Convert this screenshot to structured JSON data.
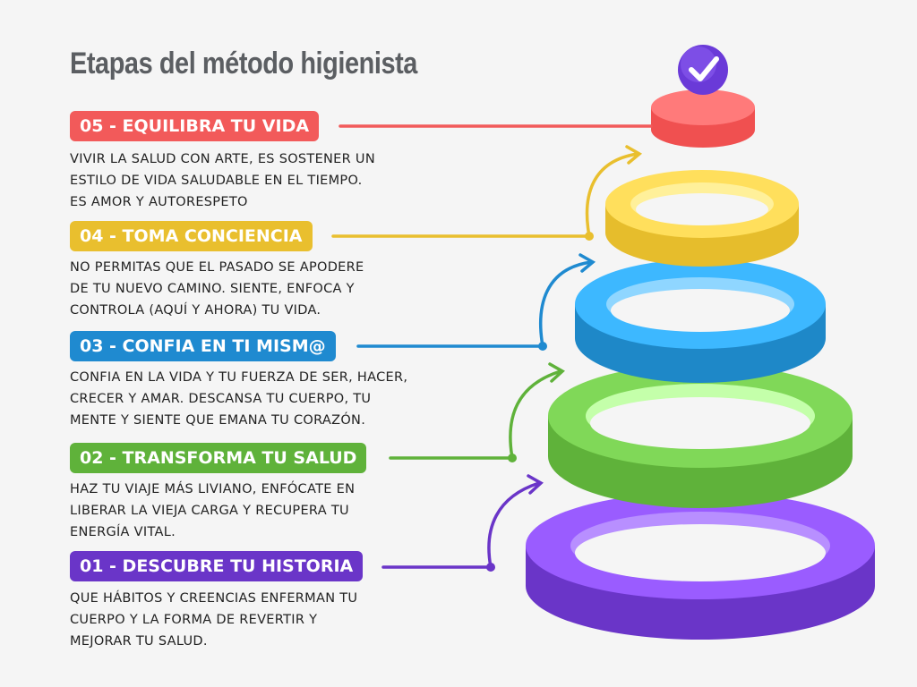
{
  "title": "Etapas del método higienista",
  "steps": [
    {
      "label": "05 - EQUILIBRA TU VIDA",
      "text": "VIVIR LA SALUD CON ARTE, ES SOSTENER UN\nESTILO DE VIDA SALUDABLE EN EL TIEMPO.\nES AMOR Y AUTORESPETO",
      "color": "#f25a5a"
    },
    {
      "label": "04 - TOMA CONCIENCIA",
      "text": "NO PERMITAS QUE EL PASADO SE APODERE\nDE TU NUEVO CAMINO. SIENTE, ENFOCA Y\nCONTROLA (AQUÍ Y AHORA) TU VIDA.",
      "color": "#e9bf2e"
    },
    {
      "label": "03 - CONFIA EN TI MISM@",
      "text": "CONFIA EN LA VIDA Y TU FUERZA DE SER, HACER,\nCRECER Y AMAR. DESCANSA TU CUERPO, TU\nMENTE Y SIENTE QUE EMANA TU CORAZÓN.",
      "color": "#1f8ad0"
    },
    {
      "label": "02 - TRANSFORMA TU SALUD",
      "text": "HAZ TU VIAJE MÁS LIVIANO, ENFÓCATE EN\nLIBERAR LA VIEJA CARGA Y RECUPERA TU\nENERGÍA VITAL.",
      "color": "#5fb23a"
    },
    {
      "label": "01 - DESCUBRE TU HISTORIA",
      "text": "QUE  HÁBITOS Y CREENCIAS ENFERMAN TU\nCUERPO Y LA FORMA DE REVERTIR Y\nMEJORAR TU SALUD.",
      "color": "#6a35c8"
    }
  ]
}
